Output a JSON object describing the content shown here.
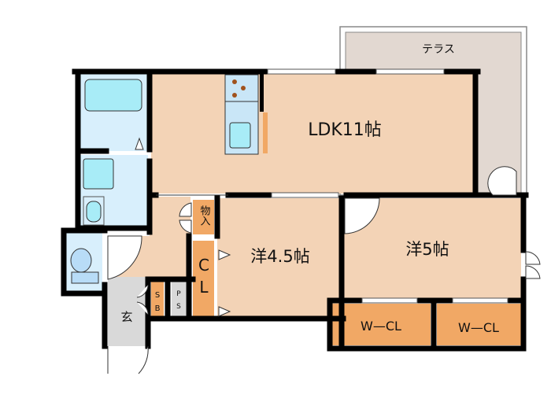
{
  "rooms": {
    "terrace": "テラス",
    "ldk": "LDK11帖",
    "western1": "洋4.5帖",
    "western2": "洋5帖",
    "storage": "物入",
    "closet_c": "C",
    "closet_l": "L",
    "shoe_box_s": "S",
    "shoe_box_b": "B",
    "pipe_space_p": "P",
    "pipe_space_s": "S",
    "entrance": "玄",
    "wcl1": "W—CL",
    "wcl2": "W—CL"
  },
  "colors": {
    "room": "#f3d3b6",
    "storage": "#f1a865",
    "wet": "#d8effc",
    "fixture": "#a8ecf7",
    "terrace": "#e2d8d1",
    "entrance": "#d9d9d9",
    "wall": "#000000"
  }
}
